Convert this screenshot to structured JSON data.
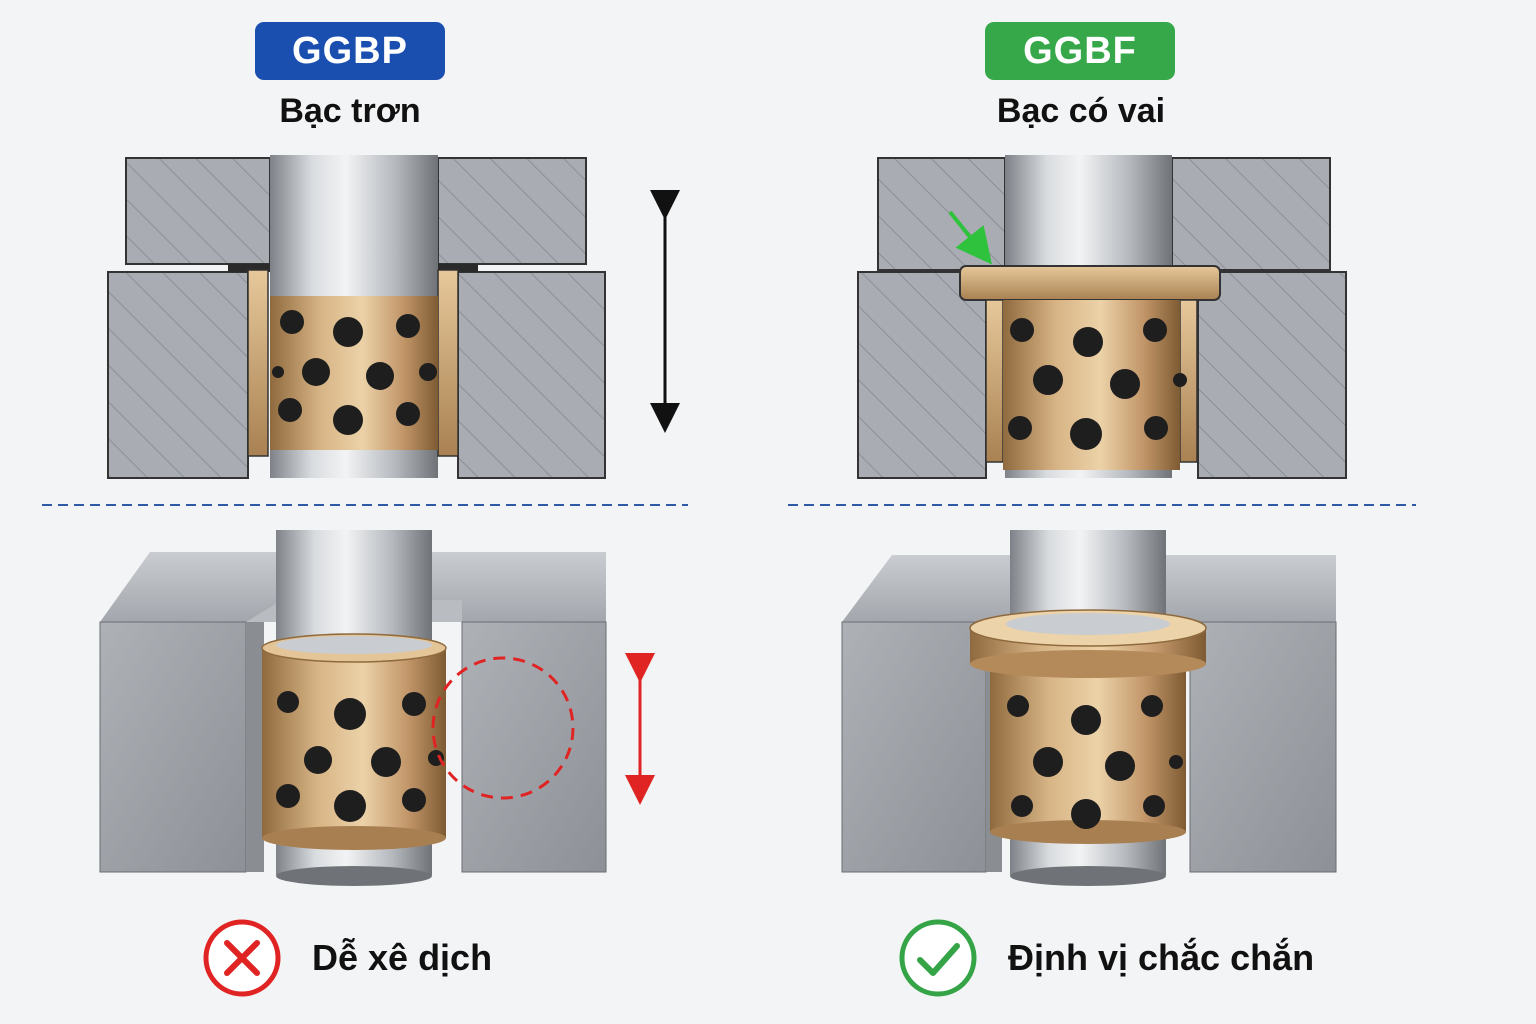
{
  "colors": {
    "ggbp_badge": "#1a4fb0",
    "ggbf_badge": "#37a84a",
    "steel": "#a7abb1",
    "bronze": "#c6a071",
    "graphite_plug": "#1e1e1e",
    "bad": "#e02323",
    "good": "#34a447",
    "divider": "#2e5aa8"
  },
  "left": {
    "badge": "GGBP",
    "subtitle": "Bạc trơn",
    "verdict_icon": "x-circle-icon",
    "verdict": "Dễ xê dịch"
  },
  "right": {
    "badge": "GGBF",
    "subtitle": "Bạc có vai",
    "verdict_icon": "check-circle-icon",
    "verdict": "Định vị chắc chắn"
  }
}
